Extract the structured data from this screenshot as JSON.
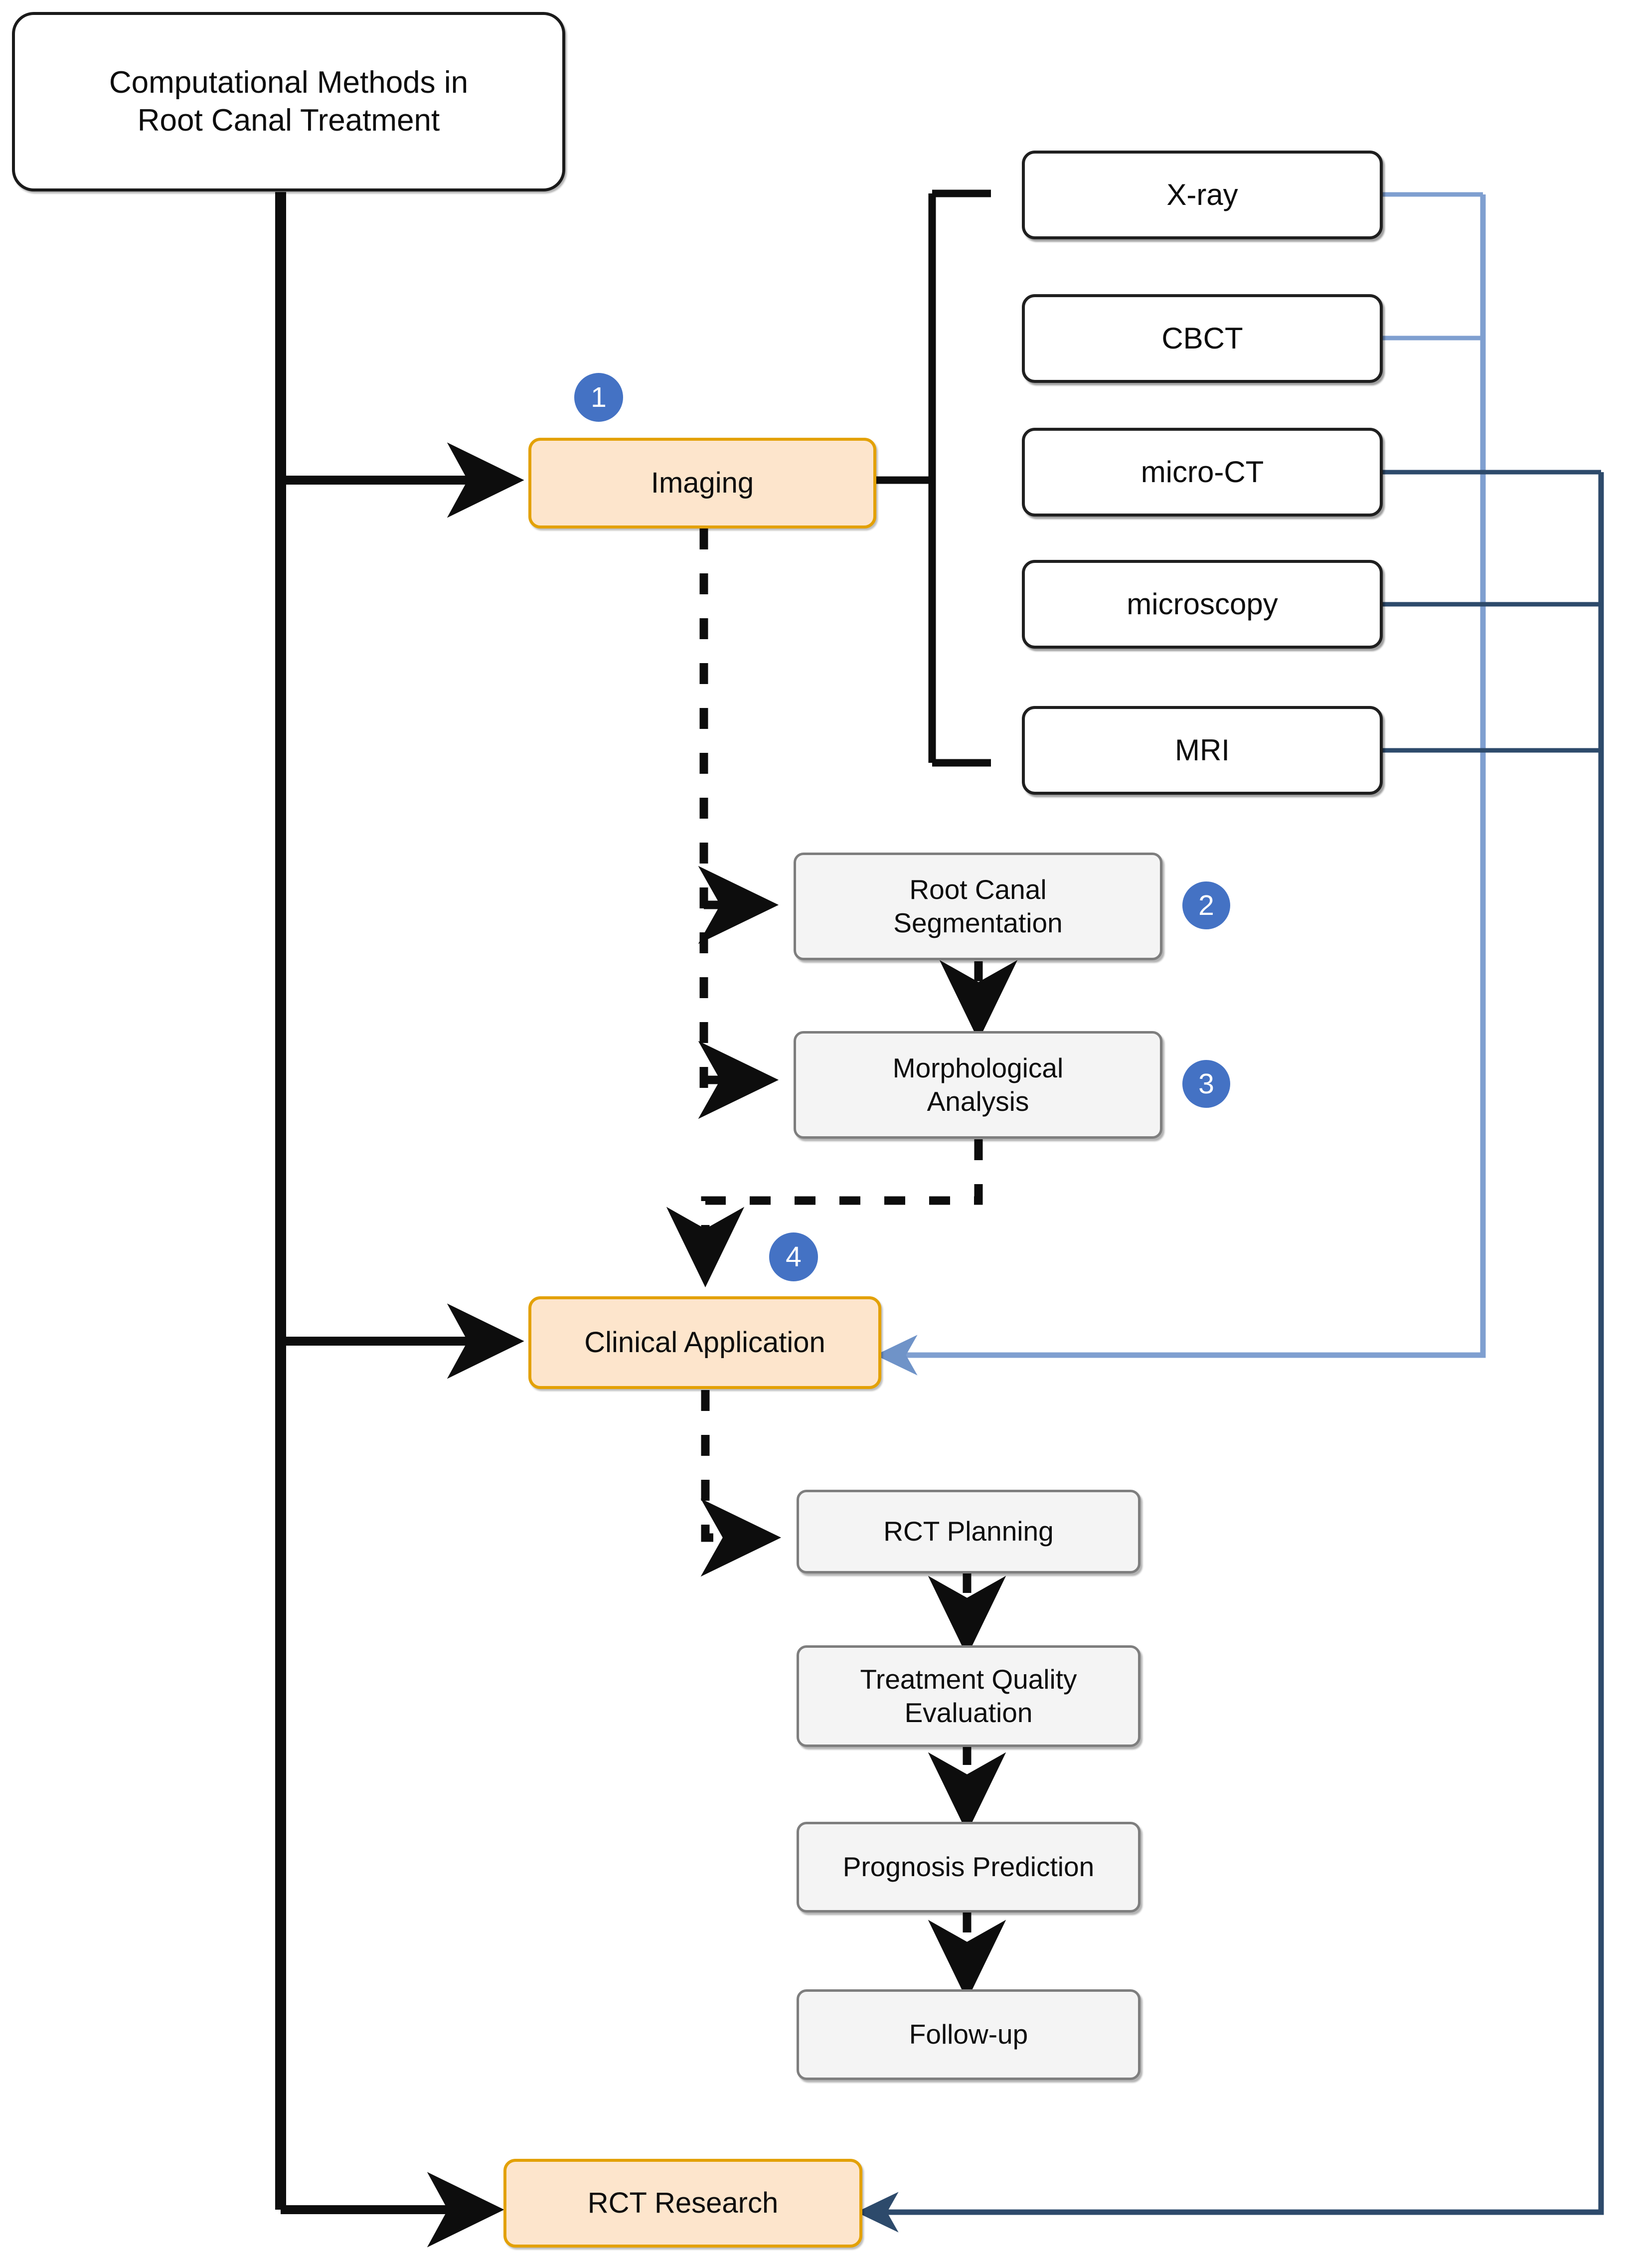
{
  "diagram": {
    "title": "Computational Methods in Root Canal Treatment",
    "root": {
      "label": "Computational Methods in\nRoot Canal Treatment"
    },
    "stages": [
      {
        "id": "imaging",
        "label": "Imaging",
        "badge": "1"
      },
      {
        "id": "clinical-application",
        "label": "Clinical Application",
        "badge": "4"
      },
      {
        "id": "rct-research",
        "label": "RCT Research",
        "badge": ""
      }
    ],
    "modalities": [
      {
        "id": "x-ray",
        "label": "X-ray"
      },
      {
        "id": "cbct",
        "label": "CBCT"
      },
      {
        "id": "micro-ct",
        "label": "micro-CT"
      },
      {
        "id": "microscopy",
        "label": "microscopy"
      },
      {
        "id": "mri",
        "label": "MRI"
      }
    ],
    "analysis_steps": [
      {
        "id": "root-canal-segmentation",
        "label": "Root Canal\nSegmentation",
        "badge": "2"
      },
      {
        "id": "morphological-analysis",
        "label": "Morphological\nAnalysis",
        "badge": "3"
      }
    ],
    "clinical_steps": [
      {
        "id": "rct-planning",
        "label": "RCT Planning"
      },
      {
        "id": "treatment-quality-evaluation",
        "label": "Treatment Quality\nEvaluation"
      },
      {
        "id": "prognosis-prediction",
        "label": "Prognosis Prediction"
      },
      {
        "id": "follow-up",
        "label": "Follow-up"
      }
    ],
    "colors": {
      "stage_fill": "#fde5cc",
      "stage_border": "#e3a106",
      "sub_fill": "#f4f4f4",
      "sub_border": "#7e7e7e",
      "badge": "#4472c4",
      "trunk": "#000000",
      "light_blue_link": "#7f9fd0",
      "dark_blue_link": "#2d4a6b"
    }
  }
}
